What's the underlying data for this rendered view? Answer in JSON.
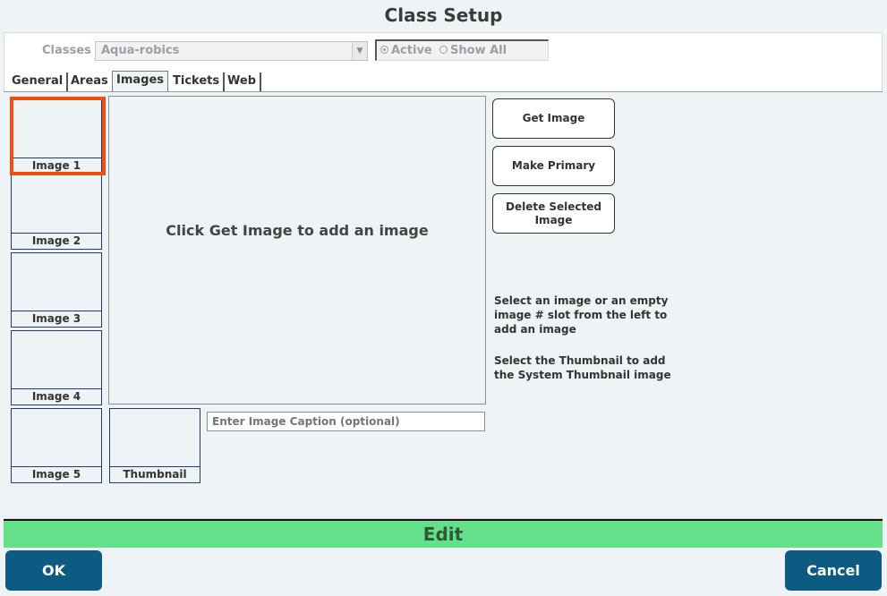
{
  "window": {
    "title": "Class Setup"
  },
  "filter": {
    "classes_label": "Classes",
    "classes_value": "Aqua-robics",
    "radio_active": "Active",
    "radio_show_all": "Show All",
    "selected_radio": "Active"
  },
  "tabs": [
    {
      "label": "General"
    },
    {
      "label": "Areas"
    },
    {
      "label": "Images",
      "active": true
    },
    {
      "label": "Tickets"
    },
    {
      "label": "Web"
    }
  ],
  "images": {
    "slots": [
      {
        "label": "Image 1",
        "selected": true
      },
      {
        "label": "Image 2"
      },
      {
        "label": "Image 3"
      },
      {
        "label": "Image 4"
      },
      {
        "label": "Image 5"
      }
    ],
    "thumbnail_label": "Thumbnail",
    "preview_text": "Click Get Image to add an image",
    "caption_placeholder": "Enter Image Caption (optional)",
    "buttons": {
      "get_image": "Get Image",
      "make_primary": "Make Primary",
      "delete_selected": "Delete Selected Image"
    },
    "help_1": "Select an image or an empty image # slot from the left to add an image",
    "help_2": "Select the Thumbnail to add the System Thumbnail image",
    "highlight_color": "#f04e12"
  },
  "edit_bar": {
    "label": "Edit",
    "color": "#65df89"
  },
  "footer": {
    "ok_label": "OK",
    "cancel_label": "Cancel",
    "button_color": "#0d5b82"
  }
}
